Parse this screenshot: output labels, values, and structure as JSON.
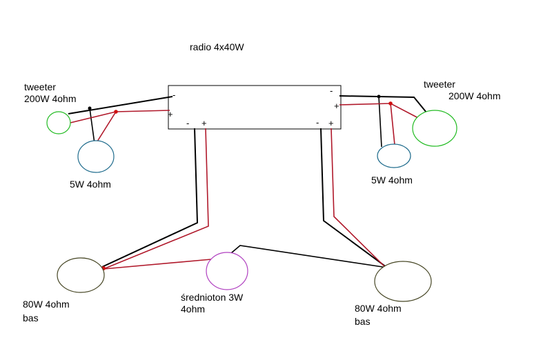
{
  "title": "radio 4x40W",
  "colors": {
    "wire_black": "#000000",
    "wire_red": "#b0182a",
    "tweeter": "#22bb22",
    "small_speaker": "#1e6b8c",
    "bass": "#444422",
    "midrange": "#b040c0",
    "junction": "#d01010"
  },
  "labels": {
    "tweeter_left": "tweeter",
    "tweeter_left_spec": "200W 4ohm",
    "tweeter_right": "tweeter",
    "tweeter_right_spec": "200W 4ohm",
    "small_left": "5W 4ohm",
    "small_right": "5W 4ohm",
    "bass_left_spec": "80W 4ohm",
    "bass_left_name": "bas",
    "mid_name": "średnioton 3W",
    "mid_spec": "4ohm",
    "bass_right_spec": "80W 4ohm",
    "bass_right_name": "bas"
  },
  "terminals": {
    "minus": "-",
    "plus": "+"
  }
}
